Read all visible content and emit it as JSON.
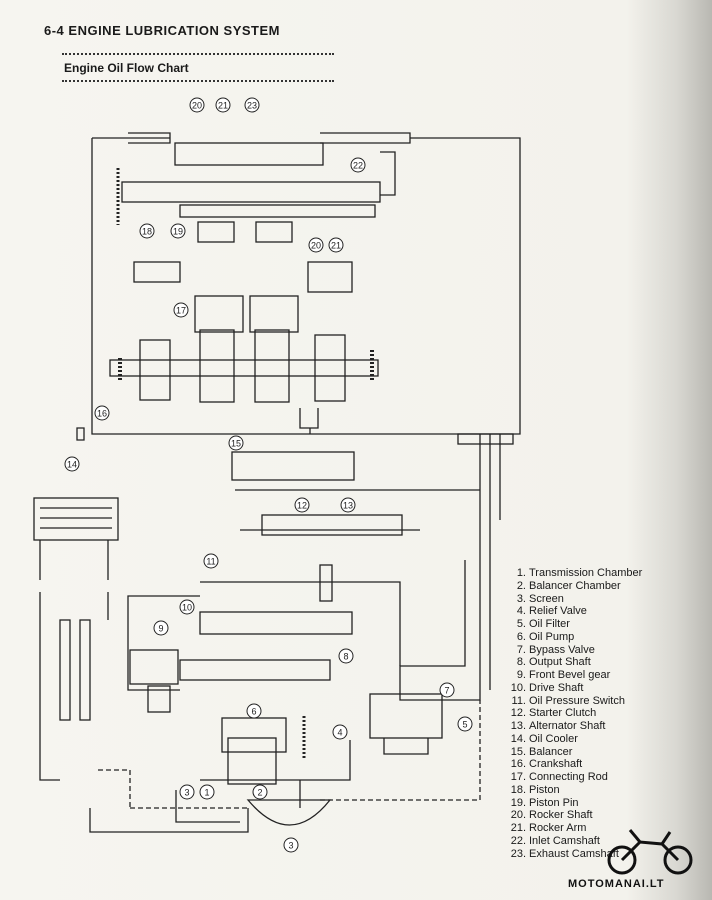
{
  "header": {
    "section": "6-4 ENGINE LUBRICATION SYSTEM"
  },
  "subtitle": "Engine Oil Flow Chart",
  "legend": [
    {
      "num": "1.",
      "label": "Transmission Chamber"
    },
    {
      "num": "2.",
      "label": "Balancer Chamber"
    },
    {
      "num": "3.",
      "label": "Screen"
    },
    {
      "num": "4.",
      "label": "Relief Valve"
    },
    {
      "num": "5.",
      "label": "Oil Filter"
    },
    {
      "num": "6.",
      "label": "Oil Pump"
    },
    {
      "num": "7.",
      "label": "Bypass Valve"
    },
    {
      "num": "8.",
      "label": "Output Shaft"
    },
    {
      "num": "9.",
      "label": "Front Bevel gear"
    },
    {
      "num": "10.",
      "label": "Drive Shaft"
    },
    {
      "num": "11.",
      "label": "Oil Pressure Switch"
    },
    {
      "num": "12.",
      "label": "Starter Clutch"
    },
    {
      "num": "13.",
      "label": "Alternator Shaft"
    },
    {
      "num": "14.",
      "label": "Oil Cooler"
    },
    {
      "num": "15.",
      "label": "Balancer"
    },
    {
      "num": "16.",
      "label": "Crankshaft"
    },
    {
      "num": "17.",
      "label": "Connecting Rod"
    },
    {
      "num": "18.",
      "label": "Piston"
    },
    {
      "num": "19.",
      "label": "Piston Pin"
    },
    {
      "num": "20.",
      "label": "Rocker Shaft"
    },
    {
      "num": "21.",
      "label": "Rocker Arm"
    },
    {
      "num": "22.",
      "label": "Inlet Camshaft"
    },
    {
      "num": "23.",
      "label": "Exhaust Camshaft"
    }
  ],
  "callouts": [
    "20",
    "21",
    "23",
    "22",
    "18",
    "19",
    "17",
    "16",
    "20",
    "21",
    "15",
    "14",
    "12",
    "13",
    "11",
    "10",
    "9",
    "8",
    "7",
    "5",
    "6",
    "4",
    "3",
    "1",
    "2",
    "3"
  ],
  "watermark": "MOTOMANAI.LT"
}
